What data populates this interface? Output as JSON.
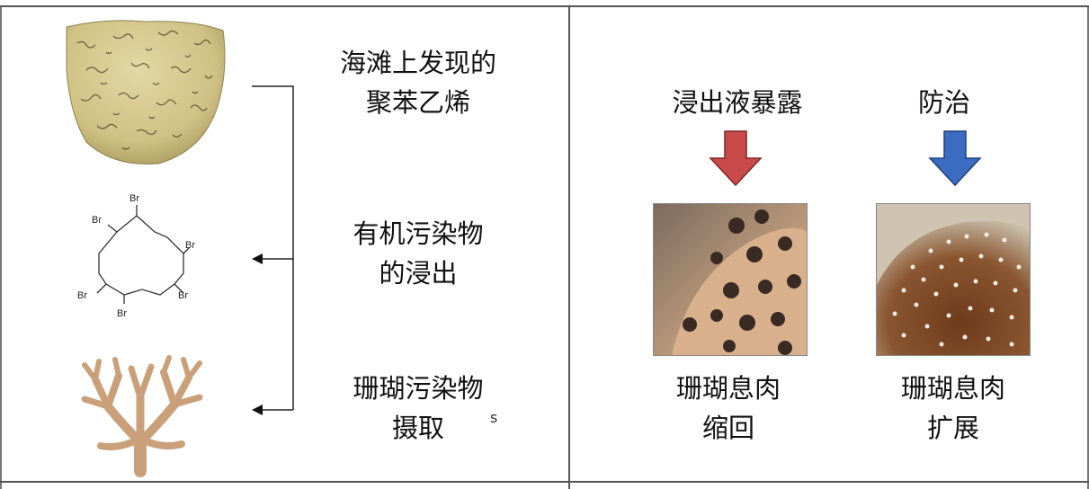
{
  "left_panel": {
    "step1": {
      "line1": "海滩上发现的",
      "line2": "聚苯乙烯"
    },
    "step2": {
      "line1": "有机污染物",
      "line2": "的浸出"
    },
    "step3": {
      "line1": "珊瑚污染物",
      "line2": "摄取"
    },
    "molecule_labels": [
      "Br",
      "Br",
      "Br",
      "Br",
      "Br",
      "Br"
    ]
  },
  "right_panel": {
    "exposure": {
      "title": "浸出液暴露",
      "result_line1": "珊瑚息肉",
      "result_line2": "缩回",
      "arrow_color": "#c94a4a"
    },
    "control": {
      "title": "防治",
      "result_line1": "珊瑚息肉",
      "result_line2": "扩展",
      "arrow_color": "#3b6cc0"
    }
  },
  "stray_mark": "s"
}
